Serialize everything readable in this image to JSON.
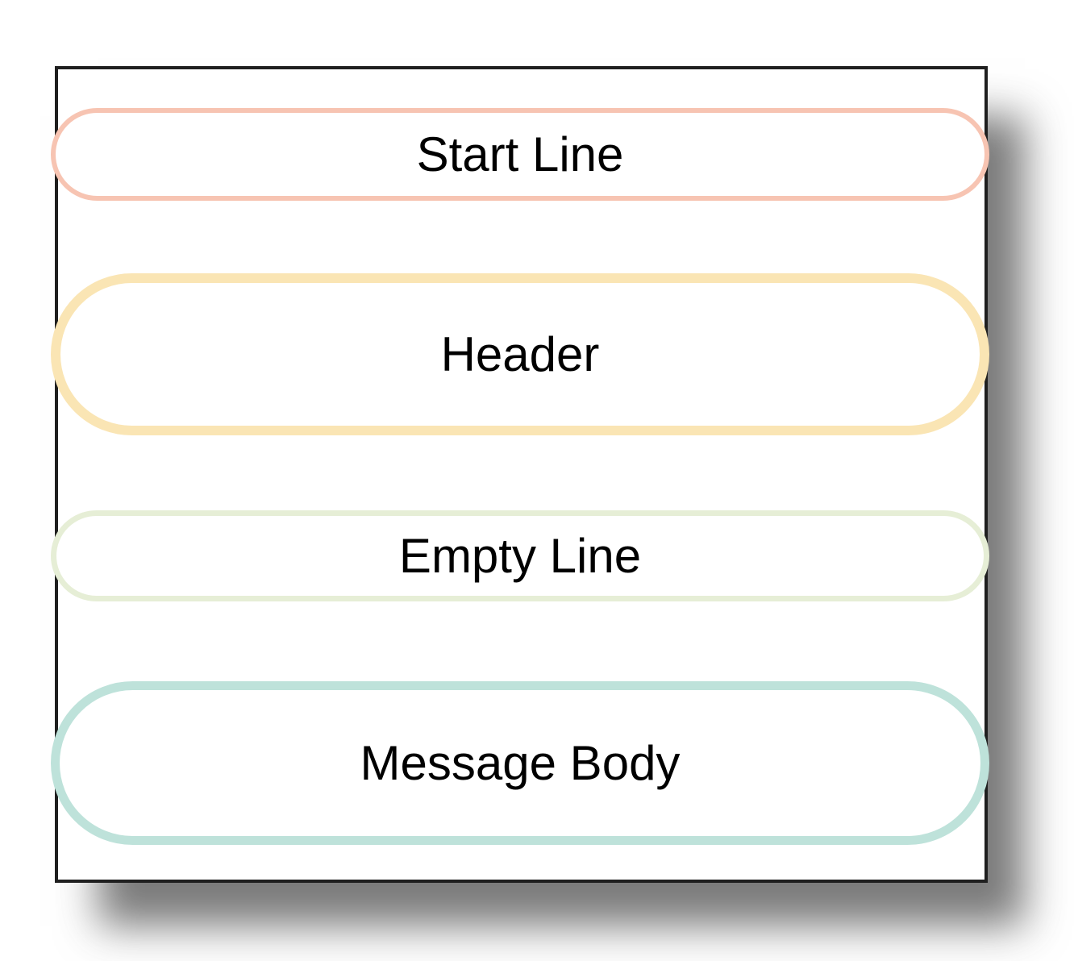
{
  "boxes": [
    {
      "label": "Start Line",
      "border_color": "#f7c4b2",
      "border_width": 6
    },
    {
      "label": "Header",
      "border_color": "#fae5b4",
      "border_width": 12
    },
    {
      "label": "Empty Line",
      "border_color": "#e6eed6",
      "border_width": 7
    },
    {
      "label": "Message Body",
      "border_color": "#bee2da",
      "border_width": 11
    }
  ],
  "colors": {
    "outer_border": "#1f1f1f",
    "background": "#ffffff",
    "text": "#000000",
    "shadow": "#696969"
  }
}
